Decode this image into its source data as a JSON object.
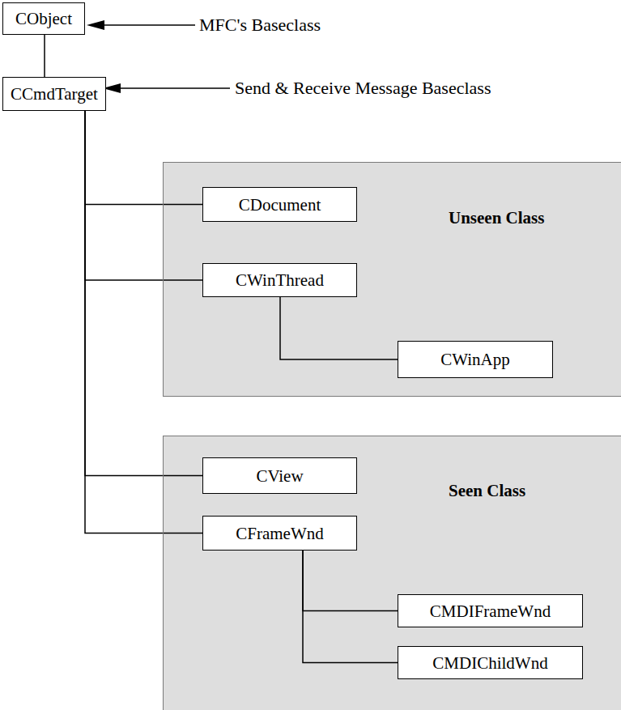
{
  "diagram": {
    "nodes": [
      {
        "text": [
          "CObject"
        ]
      },
      {
        "text": [
          "CCmdTarget"
        ]
      },
      {
        "text": [
          "Unseen Class"
        ]
      },
      {
        "text": [
          "CDocument"
        ],
        "in": 2
      },
      {
        "text": [
          "CWinThread"
        ],
        "in": 2
      },
      {
        "text": [
          "CWinApp"
        ],
        "in": 2
      },
      {
        "text": [
          "Seen Class"
        ]
      },
      {
        "text": [
          "CView"
        ],
        "in": 6
      },
      {
        "text": [
          "CFrameWnd"
        ],
        "in": 6
      },
      {
        "text": [
          "CMDIFrameWnd"
        ],
        "in": 6
      },
      {
        "text": [
          "CMDIChildWnd"
        ],
        "in": 6
      }
    ],
    "edges": [
      {
        "from": 0,
        "to": 1,
        "arrow": "none"
      },
      {
        "from": 1,
        "to": 3,
        "arrow": "none"
      },
      {
        "from": 1,
        "to": 4,
        "arrow": "none"
      },
      {
        "from": 4,
        "to": 5,
        "arrow": "none"
      },
      {
        "from": 1,
        "to": 7,
        "arrow": "none"
      },
      {
        "from": 1,
        "to": 8,
        "arrow": "none"
      },
      {
        "from": 8,
        "to": 9,
        "arrow": "none"
      },
      {
        "from": 8,
        "to": 10,
        "arrow": "none"
      }
    ],
    "labels": [
      "MFC's Baseclass",
      "Send & Receive Message Baseclass"
    ]
  }
}
